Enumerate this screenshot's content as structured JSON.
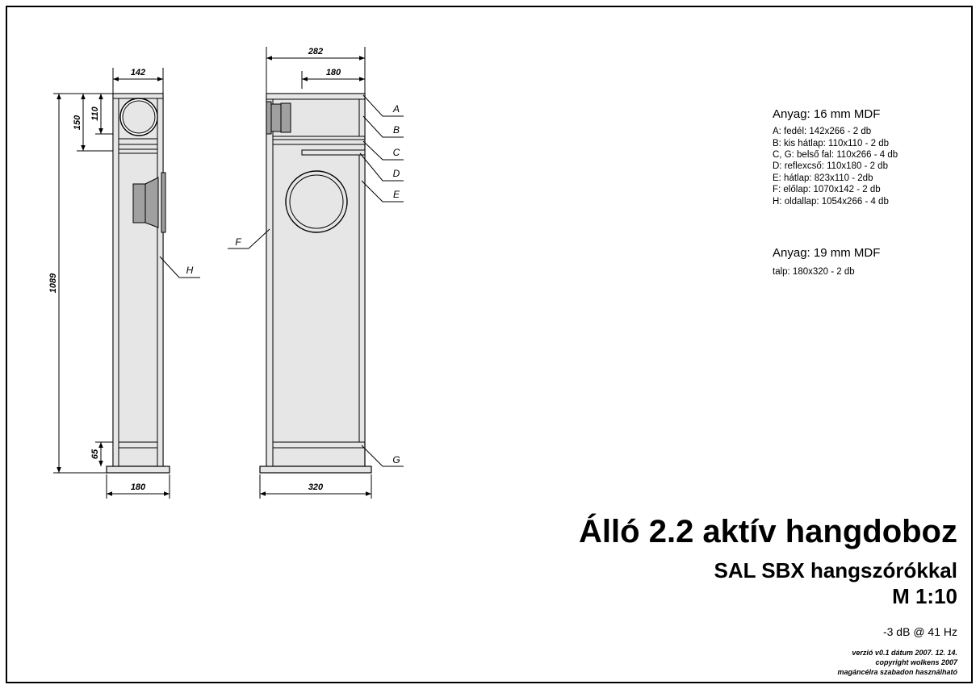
{
  "dimensions": {
    "side_top_width": "142",
    "side_total_height": "1089",
    "side_top_150": "150",
    "side_top_110": "110",
    "side_bottom_65": "65",
    "side_base_width": "180",
    "front_width": "282",
    "front_inner_width": "180",
    "front_base_width": "320"
  },
  "part_labels": {
    "A": "A",
    "B": "B",
    "C": "C",
    "D": "D",
    "E": "E",
    "F": "F",
    "G": "G",
    "H": "H"
  },
  "materials": [
    {
      "heading": "Anyag: 16 mm MDF",
      "items": [
        "A: fedél: 142x266 - 2 db",
        "B: kis hátlap: 110x110 - 2 db",
        "C, G: belső fal: 110x266 - 4 db",
        "D: reflexcső: 110x180 - 2 db",
        "E: hátlap: 823x110 - 2db",
        "F: előlap: 1070x142 - 2 db",
        "H: oldallap: 1054x266 - 4 db"
      ]
    },
    {
      "heading": "Anyag: 19 mm MDF",
      "items": [
        "talp: 180x320 - 2 db"
      ]
    }
  ],
  "title": {
    "main": "Álló 2.2 aktív hangdoboz",
    "subtitle": "SAL SBX hangszórókkal",
    "scale": "M 1:10",
    "frequency": "-3 dB @ 41 Hz"
  },
  "footer": {
    "line1": "verzió v0.1 dátum 2007. 12. 14.",
    "line2": "copyright wolkens 2007",
    "line3": "magáncélra szabadon használható"
  },
  "colors": {
    "panel_fill": "#e6e6e6",
    "driver_fill": "#a0a0a0",
    "line": "#000000",
    "background": "#ffffff"
  }
}
